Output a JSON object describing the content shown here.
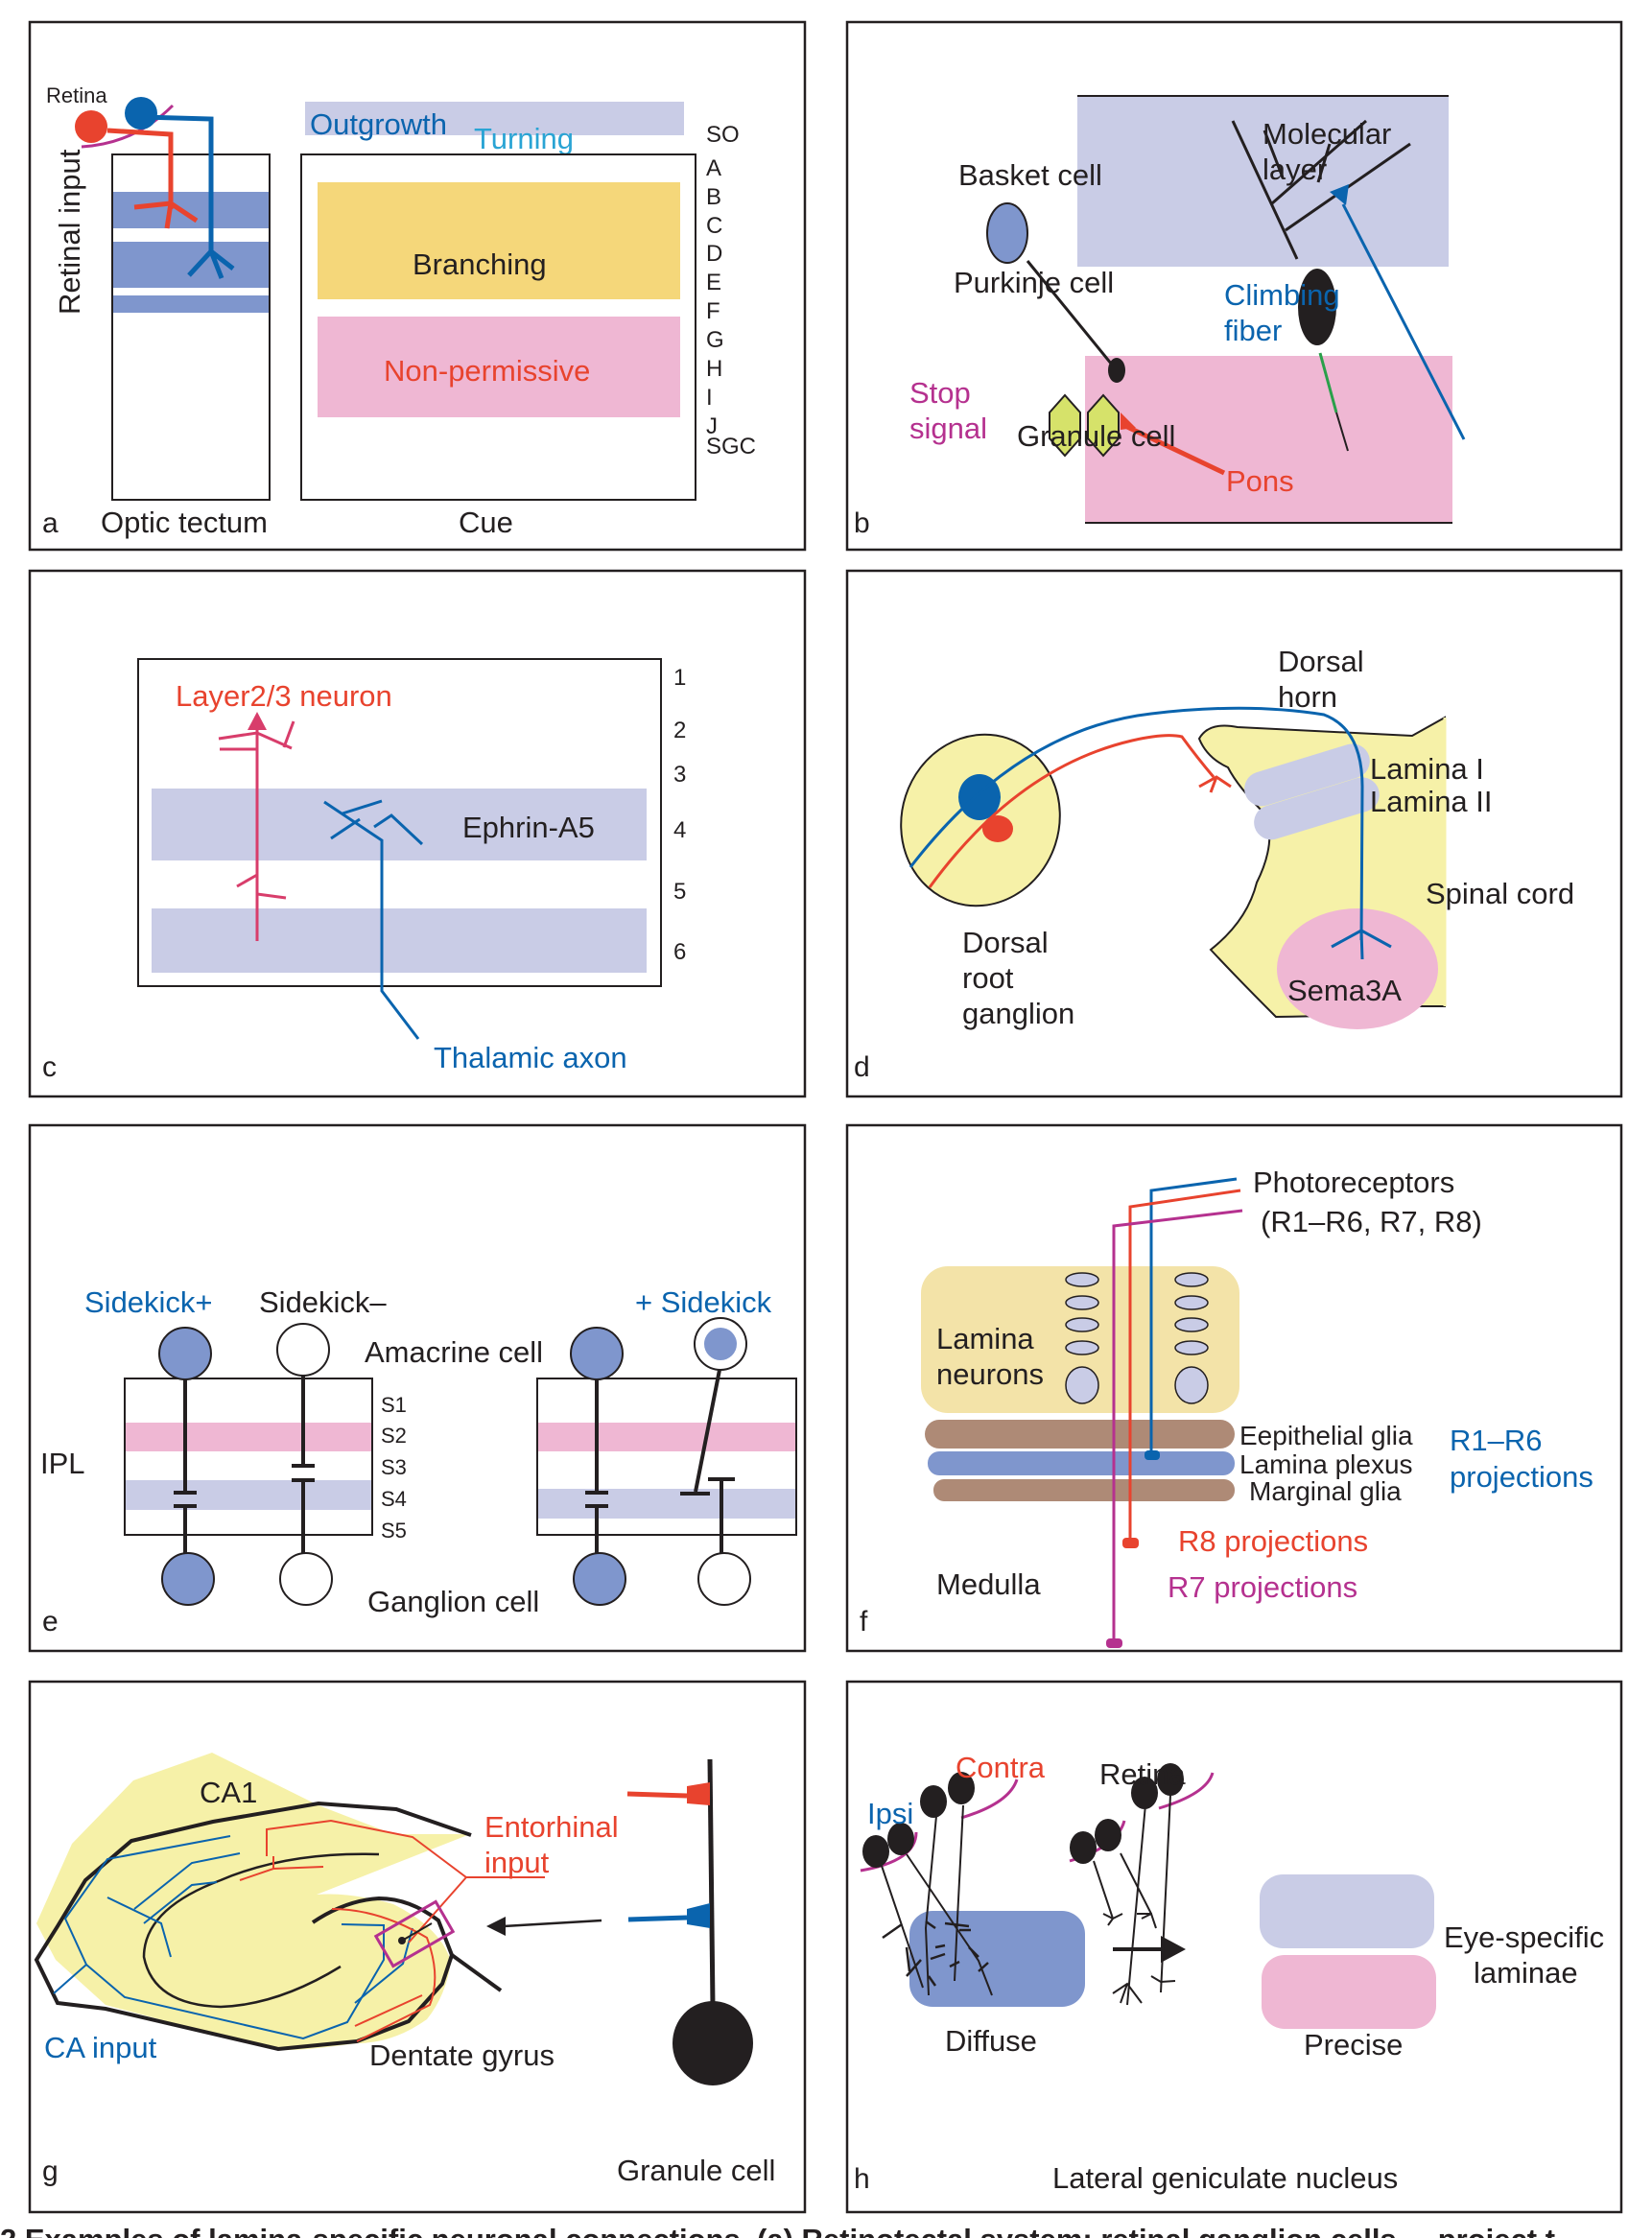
{
  "figure": {
    "caption_visible": "2  Examples of lamina-specific neuronal connections. (a) Retinotectal system: retinal ganglion cells ... project t"
  },
  "colors": {
    "black": "#231f20",
    "blue_axon": "#0a64ae",
    "red_axon": "#e8432e",
    "magenta": "#b5318f",
    "lavender": "#c9cce6",
    "periwinkle": "#7f96cd",
    "pink": "#efb7d3",
    "yellow": "#f5d77a",
    "pale_yellow": "#f6f1a8",
    "brown": "#ae8a76",
    "hex_green": "#d6e26a",
    "cyan_text": "#2aa4d4"
  },
  "panels": {
    "a": {
      "letter": "a",
      "retina": "Retina",
      "retinal_input": "Retinal input",
      "optic_tectum": "Optic tectum",
      "cue": "Cue",
      "outgrowth": "Outgrowth",
      "turning": "Turning",
      "branching": "Branching",
      "non_permissive": "Non-permissive",
      "layers": [
        "SO",
        "A",
        "B",
        "C",
        "D",
        "E",
        "F",
        "G",
        "H",
        "I",
        "J",
        "SGC"
      ]
    },
    "b": {
      "letter": "b",
      "molecular_layer": [
        "Molecular",
        "layer"
      ],
      "basket_cell": "Basket cell",
      "purkinje_cell": "Purkinje cell",
      "climbing_fiber": [
        "Climbing",
        "fiber"
      ],
      "stop_signal": [
        "Stop",
        "signal"
      ],
      "granule_cell": "Granule cell",
      "pons": "Pons"
    },
    "c": {
      "letter": "c",
      "neuron": "Layer2/3 neuron",
      "ephrin": "Ephrin-A5",
      "thalamic_axon": "Thalamic axon",
      "layers": [
        "1",
        "2",
        "3",
        "4",
        "5",
        "6"
      ]
    },
    "d": {
      "letter": "d",
      "dorsal_horn": [
        "Dorsal",
        "horn"
      ],
      "lamina_1": "Lamina I",
      "lamina_2": "Lamina II",
      "spinal_cord": "Spinal cord",
      "sema3a": "Sema3A",
      "drg": [
        "Dorsal",
        "root",
        "ganglion"
      ]
    },
    "e": {
      "letter": "e",
      "sidekick_plus": "Sidekick+",
      "sidekick_minus": "Sidekick–",
      "plus_sidekick": "+ Sidekick",
      "amacrine": "Amacrine cell",
      "ganglion": "Ganglion cell",
      "ipl": "IPL",
      "sublayers": [
        "S1",
        "S2",
        "S3",
        "S4",
        "S5"
      ]
    },
    "f": {
      "letter": "f",
      "photoreceptors": [
        "Photoreceptors",
        "(R1–R6, R7, R8)"
      ],
      "lamina_neurons": [
        "Lamina",
        "neurons"
      ],
      "epithelial_glia": "Eepithelial glia",
      "lamina_plexus": "Lamina plexus",
      "marginal_glia": "Marginal glia",
      "r1r6": [
        "R1–R6",
        "projections"
      ],
      "r8": "R8 projections",
      "r7": "R7 projections",
      "medulla": "Medulla"
    },
    "g": {
      "letter": "g",
      "ca1": "CA1",
      "entorhinal": [
        "Entorhinal",
        "input"
      ],
      "ca_input": "CA input",
      "dentate": "Dentate gyrus",
      "granule_cell": "Granule cell"
    },
    "h": {
      "letter": "h",
      "contra": "Contra",
      "ipsi": "Ipsi",
      "retina": "Retina",
      "diffuse": "Diffuse",
      "precise": "Precise",
      "eye_specific": [
        "Eye-specific",
        "laminae"
      ],
      "lgn": "Lateral geniculate nucleus"
    }
  }
}
